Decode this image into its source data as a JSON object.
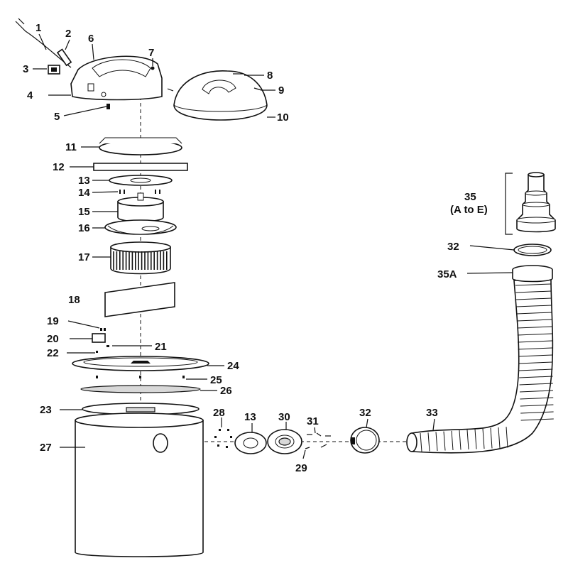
{
  "labels": {
    "p1": "1",
    "p2": "2",
    "p3": "3",
    "p4": "4",
    "p5": "5",
    "p6": "6",
    "p7": "7",
    "p8": "8",
    "p9": "9",
    "p10": "10",
    "p11": "11",
    "p12": "12",
    "p13": "13",
    "p14": "14",
    "p15": "15",
    "p16": "16",
    "p17": "17",
    "p18": "18",
    "p19": "19",
    "p20": "20",
    "p21": "21",
    "p22": "22",
    "p23": "23",
    "p24": "24",
    "p25": "25",
    "p26": "26",
    "p27": "27",
    "p28": "28",
    "p29": "29",
    "p30": "30",
    "p31": "31",
    "p32": "32",
    "p33": "33",
    "p35": "35",
    "p35sub": "(A to E)",
    "p35A": "35A"
  }
}
